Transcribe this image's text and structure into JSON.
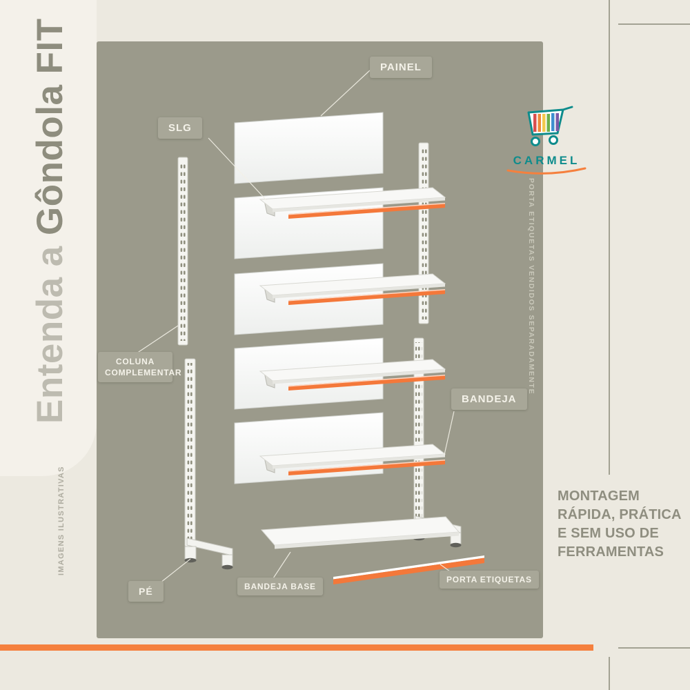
{
  "page": {
    "background": "#ECE9E0",
    "title": {
      "light": "Entenda a",
      "bold": "Gôndola FIT"
    },
    "watermark": "IMAGENS ILUSTRATIVAS"
  },
  "diagram": {
    "panel_color": "#9B9A8B",
    "accent_orange": "#F4783A",
    "side_note": "PORTA ETIQUETAS VENDIDOS SEPARADAMENTE",
    "labels": {
      "painel": "PAINEL",
      "slg": "SLG",
      "coluna_complementar": "COLUNA COMPLEMENTAR",
      "bandeja": "BANDEJA",
      "pe": "PÉ",
      "bandeja_base": "BANDEJA BASE",
      "porta_etiquetas": "PORTA ETIQUETAS"
    }
  },
  "brand": {
    "name": "CARMEL",
    "teal": "#0E8C8C"
  },
  "footer": {
    "lines": [
      "MONTAGEM",
      "RÁPIDA, PRÁTICA",
      "E SEM USO DE",
      "FERRAMENTAS"
    ]
  }
}
